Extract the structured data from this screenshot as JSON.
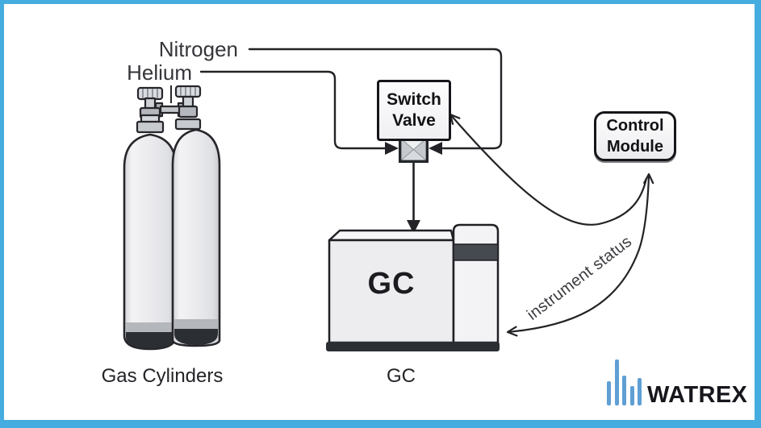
{
  "frame": {
    "border_color": "#45acdf"
  },
  "labels": {
    "nitrogen": "Nitrogen",
    "helium": "Helium",
    "gas_cylinders_caption": "Gas Cylinders",
    "gc_caption": "GC",
    "instrument_status": "instrument status"
  },
  "nodes": {
    "switch_valve": {
      "line1": "Switch",
      "line2": "Valve"
    },
    "control_module": {
      "line1": "Control",
      "line2": "Module"
    },
    "gc_unit": {
      "label": "GC"
    }
  },
  "icons": {
    "valve_symbol": "bowtie-valve-icon",
    "flow_arrows": "solid-triangle-arrow",
    "signal_arrows": "open-v-arrow"
  },
  "branding": {
    "name": "WATREX",
    "bar_color": "#5f9fd4",
    "bars": [
      30,
      57,
      37,
      24,
      34
    ]
  }
}
